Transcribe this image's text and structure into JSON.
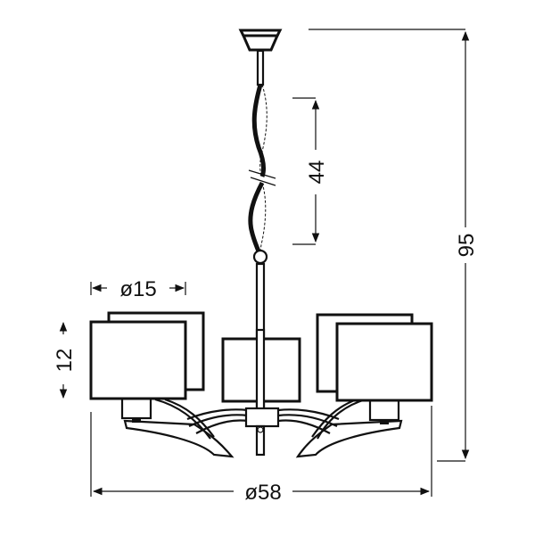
{
  "diagram": {
    "type": "technical-dimension-drawing",
    "subject": "five-arm pendant chandelier with square fabric shades",
    "line_color": "#111111",
    "background": "#ffffff"
  },
  "dimensions": {
    "overall_height": {
      "label": "95",
      "orientation": "vertical",
      "position": "right"
    },
    "chain_length": {
      "label": "44",
      "orientation": "vertical",
      "position": "center-right"
    },
    "shade_diameter": {
      "label": "ø15",
      "orientation": "horizontal",
      "position": "top-left"
    },
    "shade_height": {
      "label": "12",
      "orientation": "vertical",
      "position": "left"
    },
    "overall_diameter": {
      "label": "ø58",
      "orientation": "horizontal",
      "position": "bottom"
    }
  },
  "components": [
    {
      "name": "ceiling-canopy"
    },
    {
      "name": "suspension-rod"
    },
    {
      "name": "chain-with-cable"
    },
    {
      "name": "central-stem"
    },
    {
      "name": "lamp-shades",
      "count": 5
    },
    {
      "name": "curved-arms"
    }
  ]
}
